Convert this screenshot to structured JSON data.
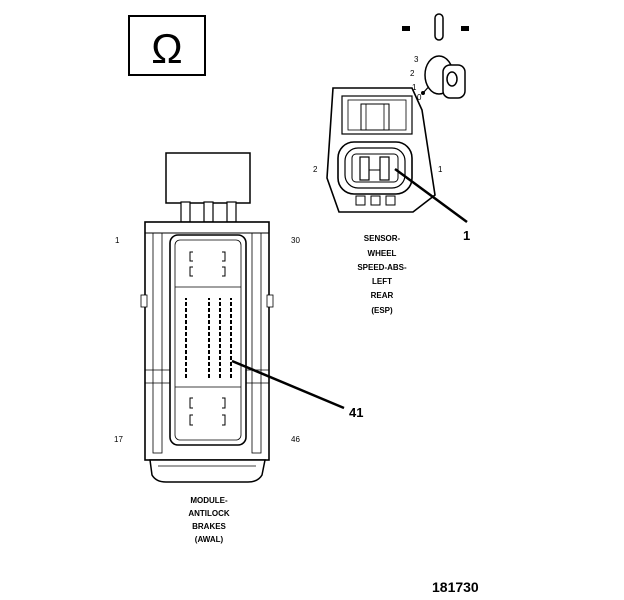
{
  "symbol": {
    "glyph": "Ω",
    "icon": "ohmmeter-symbol-icon"
  },
  "key_switch": {
    "positions": [
      "3",
      "2",
      "1",
      "0"
    ],
    "icon": "ignition-key-icon"
  },
  "sensor_connector": {
    "pins": {
      "left": "2",
      "right": "1"
    },
    "callout": "1",
    "caption_lines": [
      "SENSOR-",
      "WHEEL",
      "SPEED-ABS-",
      "LEFT",
      "REAR",
      "(ESP)"
    ]
  },
  "module_connector": {
    "pins": {
      "top_left": "1",
      "top_right": "30",
      "bottom_left": "17",
      "bottom_right": "46"
    },
    "callout": "41",
    "caption_lines": [
      "MODULE-",
      "ANTILOCK",
      "BRAKES",
      "(AWAL)"
    ]
  },
  "document_number": "181730"
}
